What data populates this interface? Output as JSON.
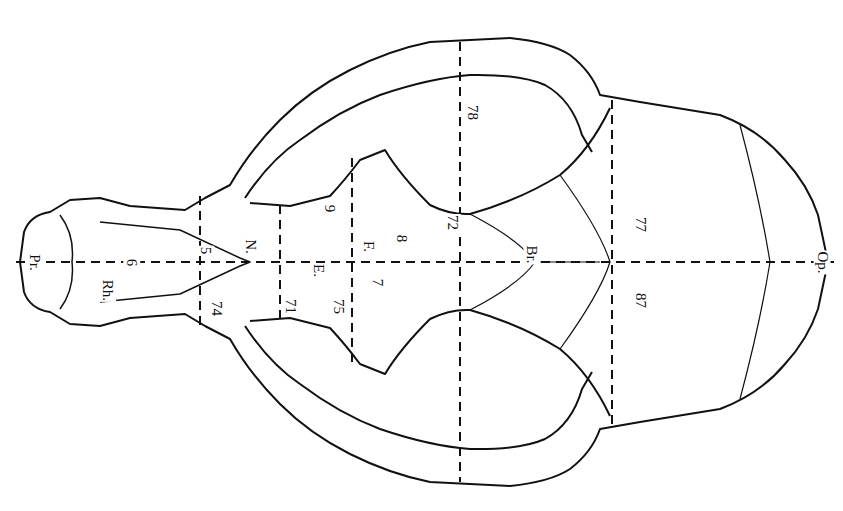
{
  "diagram": {
    "labels": [
      "Pr.",
      "Rh.",
      "6",
      "5",
      "N.",
      "74",
      "71",
      "E.",
      "75",
      "7",
      "F.",
      "8",
      "9",
      "72",
      "78",
      "Br.",
      "77",
      "87",
      "Op."
    ]
  }
}
